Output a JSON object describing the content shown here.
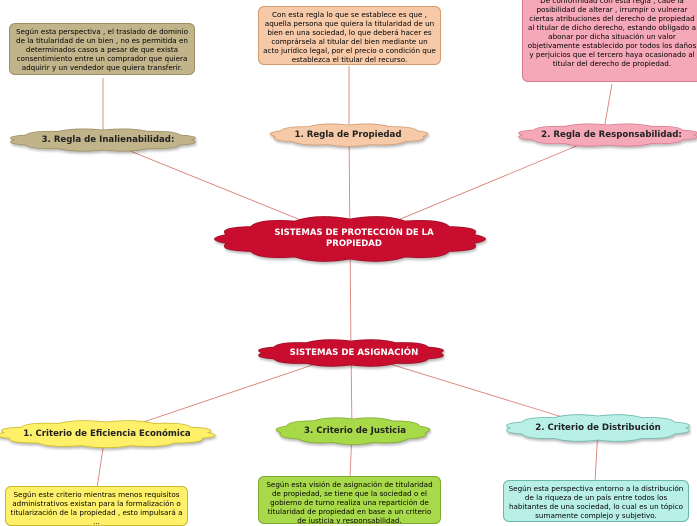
{
  "colors": {
    "connector": "#d9837a",
    "crimson": "#c8102e",
    "tan": "#c2b48a",
    "peach": "#f6c9a8",
    "pink": "#f5a9b8",
    "yellow": "#fff06a",
    "green": "#a8d94a",
    "cyan": "#b8f0e8"
  },
  "central": {
    "label": "SISTEMAS DE PROTECCIÓN DE LA PROPIEDAD"
  },
  "asignacion": {
    "label": "SISTEMAS DE ASIGNACIÓN"
  },
  "protection_rules": [
    {
      "label": "3. Regla de Inalienabilidad:",
      "note": "Según esta perspectiva , el traslado de dominio de la titularidad de un bien , no es permitida en determinados casos a pesar de que exista consentimiento entre un comprador que quiera adquirir y un vendedor que quiera transferir."
    },
    {
      "label": "1. Regla de Propiedad",
      "note": "Con esta regla lo que se establece es que , aquella persona que quiera la titularidad de un bien en una sociedad, lo que deberá hacer es comprársela al titular del bien mediante un acto jurídico legal, por el precio o condición que establezca el titular del recurso."
    },
    {
      "label": "2. Regla de Responsabilidad:",
      "note": "De conformidad con esta regla , cabe la posibilidad de alterar , irrumpir o vulnerar ciertas atribuciones del derecho de propiedad al titular de dicho derecho, estando obligado a abonar por dicha situación un valor objetivamente establecido por todos los daños y perjuicios que el tercero haya ocasionado al titular del derecho de propiedad."
    }
  ],
  "criteria": [
    {
      "label": "1. Criterio de Eficiencia Económica",
      "note": "Según este criterio mientras menos requisitos administrativos existan para la formalización o titularización de la propiedad , esto impulsará a ..."
    },
    {
      "label": "3. Criterio de Justicia",
      "note": "Según esta visión de asignación de titularidad de propiedad, se tiene que la sociedad o el gobierno de turno realiza una repartición de titularidad de propiedad en base a un criterio de justicia y responsabilidad."
    },
    {
      "label": "2. Criterio de Distribución",
      "note": "Según esta perspectiva entorno a la distribución de la riqueza de un país entre todos los habitantes de una sociedad, lo cual es un tópico sumamente complejo y subjetivo."
    }
  ]
}
